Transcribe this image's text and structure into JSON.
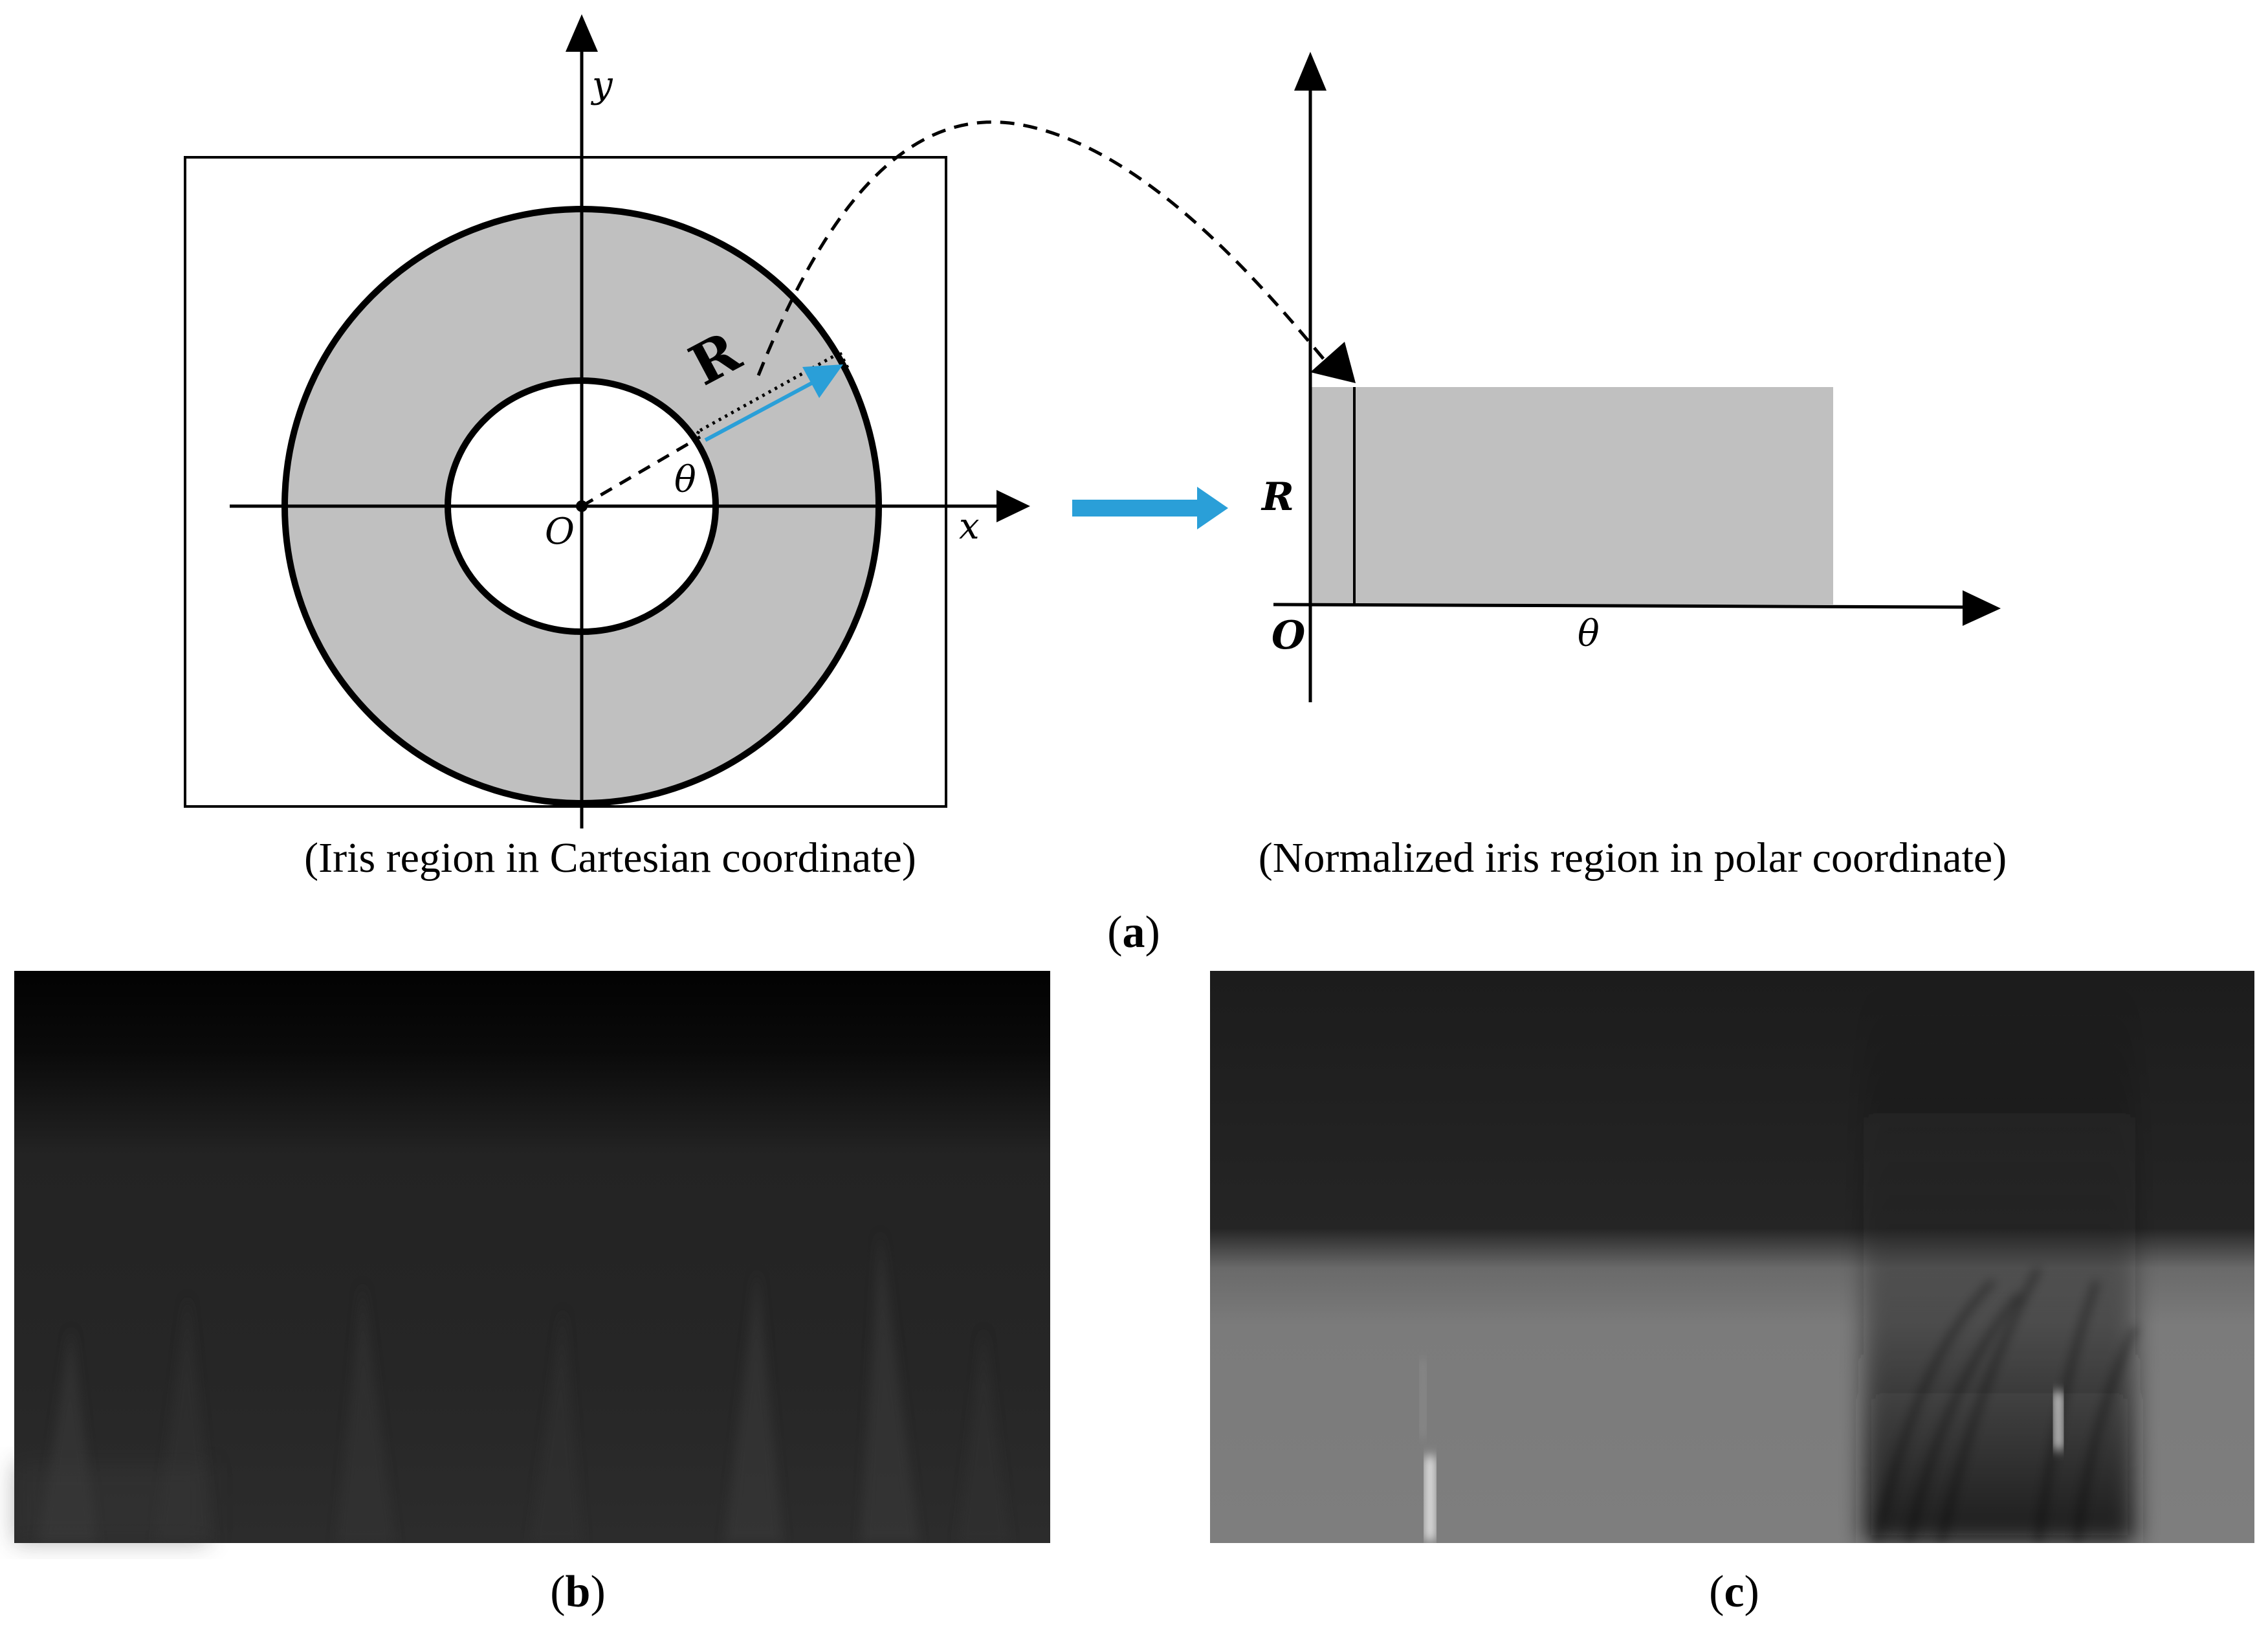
{
  "panel_a": {
    "left": {
      "axis_x_label": "x",
      "axis_y_label": "y",
      "origin_label": "O",
      "radius_label": "R",
      "angle_label": "θ",
      "caption": "(Iris region in Cartesian coordinate)"
    },
    "right": {
      "radius_label": "R",
      "origin_label": "O",
      "angle_label": "θ",
      "caption": "(Normalized iris region in polar coordinate)"
    },
    "label": {
      "open": "(",
      "letter": "a",
      "close": ")"
    }
  },
  "panel_b": {
    "label": {
      "open": "(",
      "letter": "b",
      "close": ")"
    }
  },
  "panel_c": {
    "label": {
      "open": "(",
      "letter": "c",
      "close": ")"
    }
  },
  "colors": {
    "iris_fill": "#c0c0c0",
    "accent_arrow": "#2a9fd8",
    "line": "#000000"
  }
}
